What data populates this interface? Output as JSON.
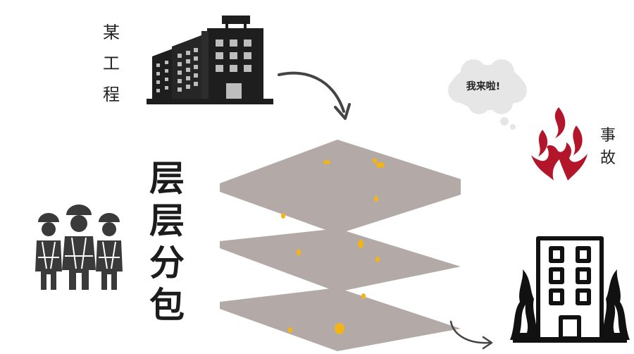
{
  "labels": {
    "project": [
      "某",
      "工",
      "程"
    ],
    "accident": [
      "事",
      "故"
    ],
    "subcontract": [
      "层",
      "层",
      "分",
      "包"
    ],
    "bubble": "我来啦!"
  },
  "colors": {
    "layer_fill": "#b3aaa8",
    "coin": "#f2b418",
    "fire": "#b3162a",
    "ink": "#1e1e1e",
    "bubble": "#e6e6e6"
  },
  "icons": [
    "office-building-icon",
    "curved-arrow-icon",
    "thought-bubble-icon",
    "fire-icon",
    "workers-icon",
    "collapsed-building-icon",
    "coin-icon"
  ]
}
